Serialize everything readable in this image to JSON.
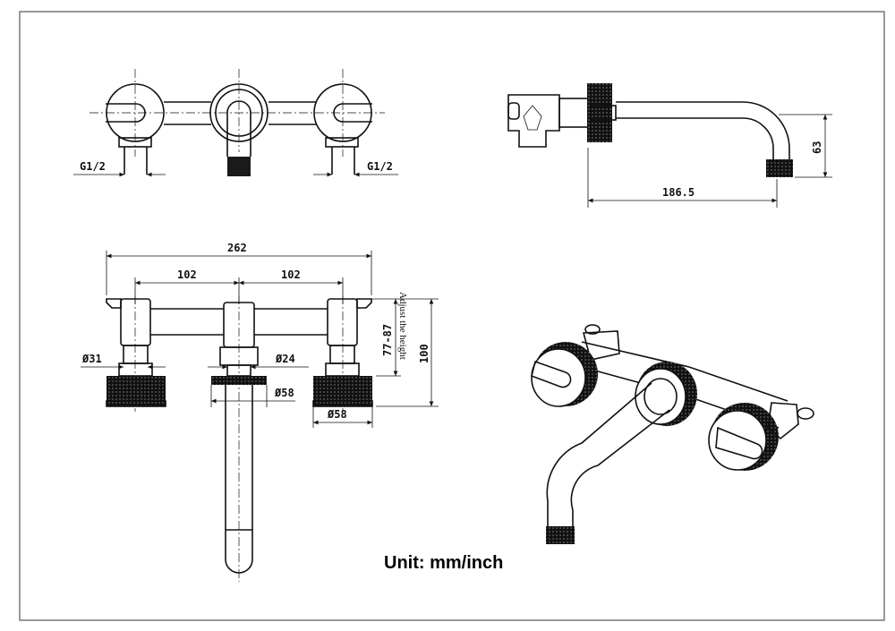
{
  "drawing": {
    "unit_note": "Unit: mm/inch",
    "top_view": {
      "thread_left": "G1/2",
      "thread_right": "G1/2"
    },
    "side_view": {
      "spout_length": "186.5",
      "outlet_height": "63"
    },
    "front_view": {
      "overall_width": "262",
      "span_left": "102",
      "span_right": "102",
      "handle_diameter": "Ø31",
      "spout_diameter": "Ø24",
      "spout_rosette_diameter": "Ø58",
      "handle_rosette_diameter": "Ø58",
      "adjust_range": "77-87",
      "adjust_note": "Adjust the height",
      "total_height": "100"
    }
  }
}
